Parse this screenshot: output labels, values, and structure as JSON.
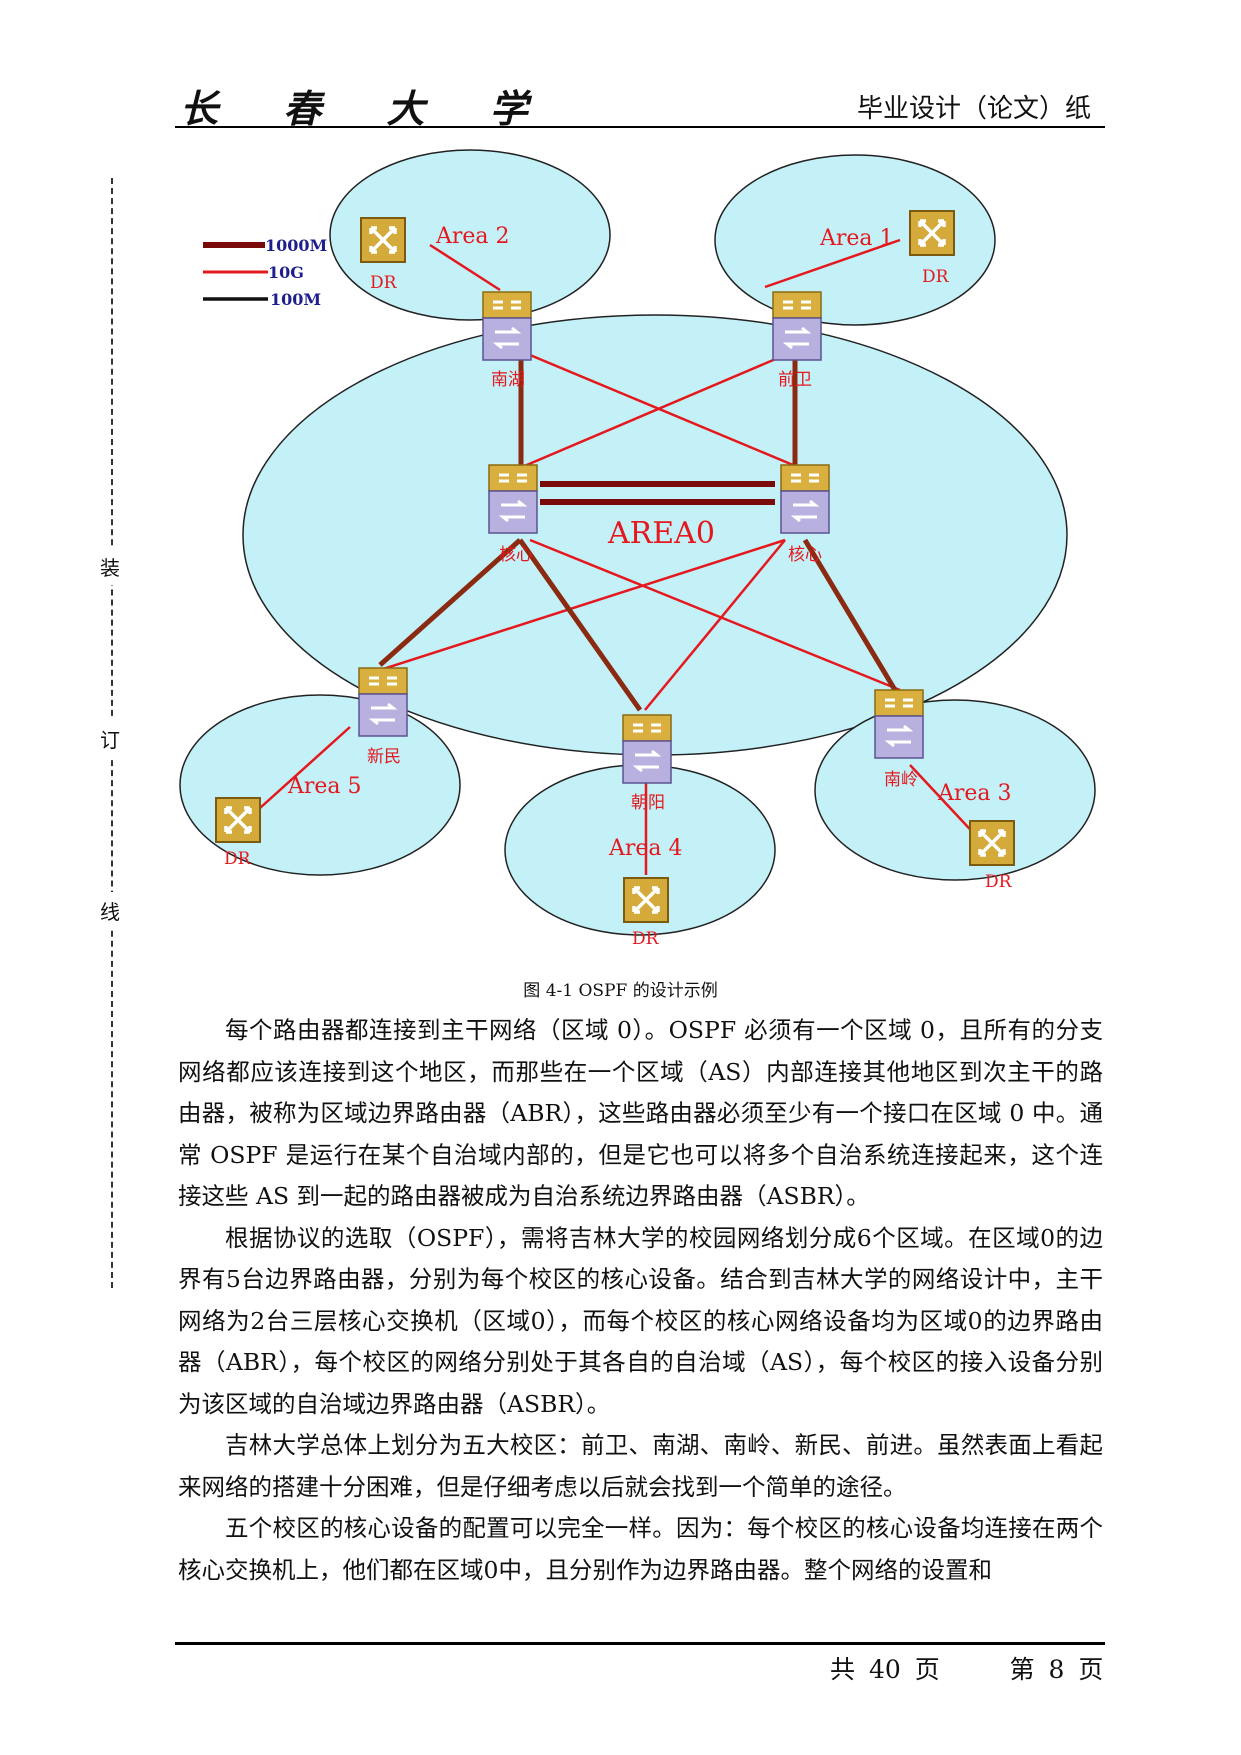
{
  "header": {
    "school": "长 春 大 学",
    "paper_type": "毕业设计（论文）纸"
  },
  "binding": [
    "装",
    "订",
    "线"
  ],
  "figure": {
    "legend": [
      {
        "label": "1000M",
        "color": "#7a0a0a"
      },
      {
        "label": "10G",
        "color": "#e4181d"
      },
      {
        "label": "100M",
        "color": "#111111"
      }
    ],
    "backbone_label": "AREA0",
    "areas": [
      "Area 2",
      "Area 1",
      "Area 5",
      "Area 4",
      "Area 3"
    ],
    "routers": [
      "南湖",
      "前卫",
      "核心",
      "核心",
      "新民",
      "朝阳",
      "南岭"
    ],
    "dr_label": "DR"
  },
  "caption": "图 4-1    OSPF 的设计示例",
  "paragraphs": [
    "每个路由器都连接到主干网络（区域 0）。OSPF 必须有一个区域 0，且所有的分支网络都应该连接到这个地区，而那些在一个区域（AS）内部连接其他地区到次主干的路由器，被称为区域边界路由器（ABR），这些路由器必须至少有一个接口在区域 0 中。通常 OSPF 是运行在某个自治域内部的，但是它也可以将多个自治系统连接起来，这个连接这些 AS 到一起的路由器被成为自治系统边界路由器（ASBR）。",
    "根据协议的选取（OSPF），需将吉林大学的校园网络划分成6个区域。在区域0的边界有5台边界路由器，分别为每个校区的核心设备。结合到吉林大学的网络设计中，主干网络为2台三层核心交换机（区域0），而每个校区的核心网络设备均为区域0的边界路由器（ABR），每个校区的网络分别处于其各自的自治域（AS），每个校区的接入设备分别为该区域的自治域边界路由器（ASBR）。",
    "吉林大学总体上划分为五大校区：前卫、南湖、南岭、新民、前进。虽然表面上看起来网络的搭建十分困难，但是仔细考虑以后就会找到一个简单的途径。",
    "五个校区的核心设备的配置可以完全一样。因为：每个校区的核心设备均连接在两个核心交换机上，他们都在区域0中，且分别作为边界路由器。整个网络的设置和"
  ],
  "footer": {
    "total_prefix": "共",
    "total": "40",
    "total_suffix": "页",
    "current_prefix": "第",
    "current": "8",
    "current_suffix": "页"
  }
}
